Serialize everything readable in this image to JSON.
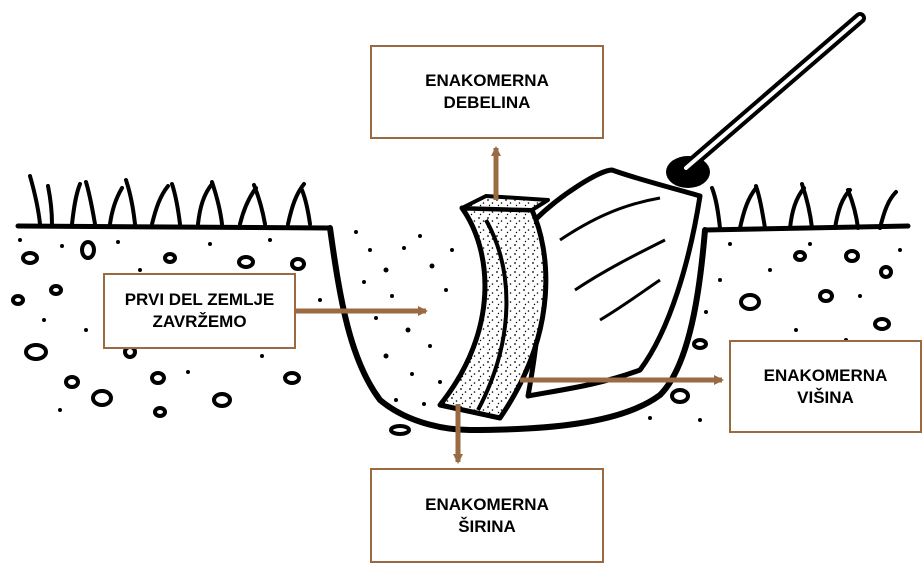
{
  "colors": {
    "accent": "#9a6a42",
    "ink": "#000000",
    "background": "#ffffff"
  },
  "labels": {
    "top": {
      "line1": "ENAKOMERNA",
      "line2": "DEBELINA"
    },
    "left": {
      "line1": "PRVI DEL ZEMLJE",
      "line2": "ZAVRŽEMO"
    },
    "right": {
      "line1": "ENAKOMERNA",
      "line2": "VIŠINA"
    },
    "bottom": {
      "line1": "ENAKOMERNA",
      "line2": "ŠIRINA"
    }
  },
  "illustration": {
    "subject": "spade-digging-soil-slice",
    "icons": [
      "grass-icon",
      "spade-icon",
      "soil-slice-icon",
      "pebbles-icon"
    ]
  }
}
